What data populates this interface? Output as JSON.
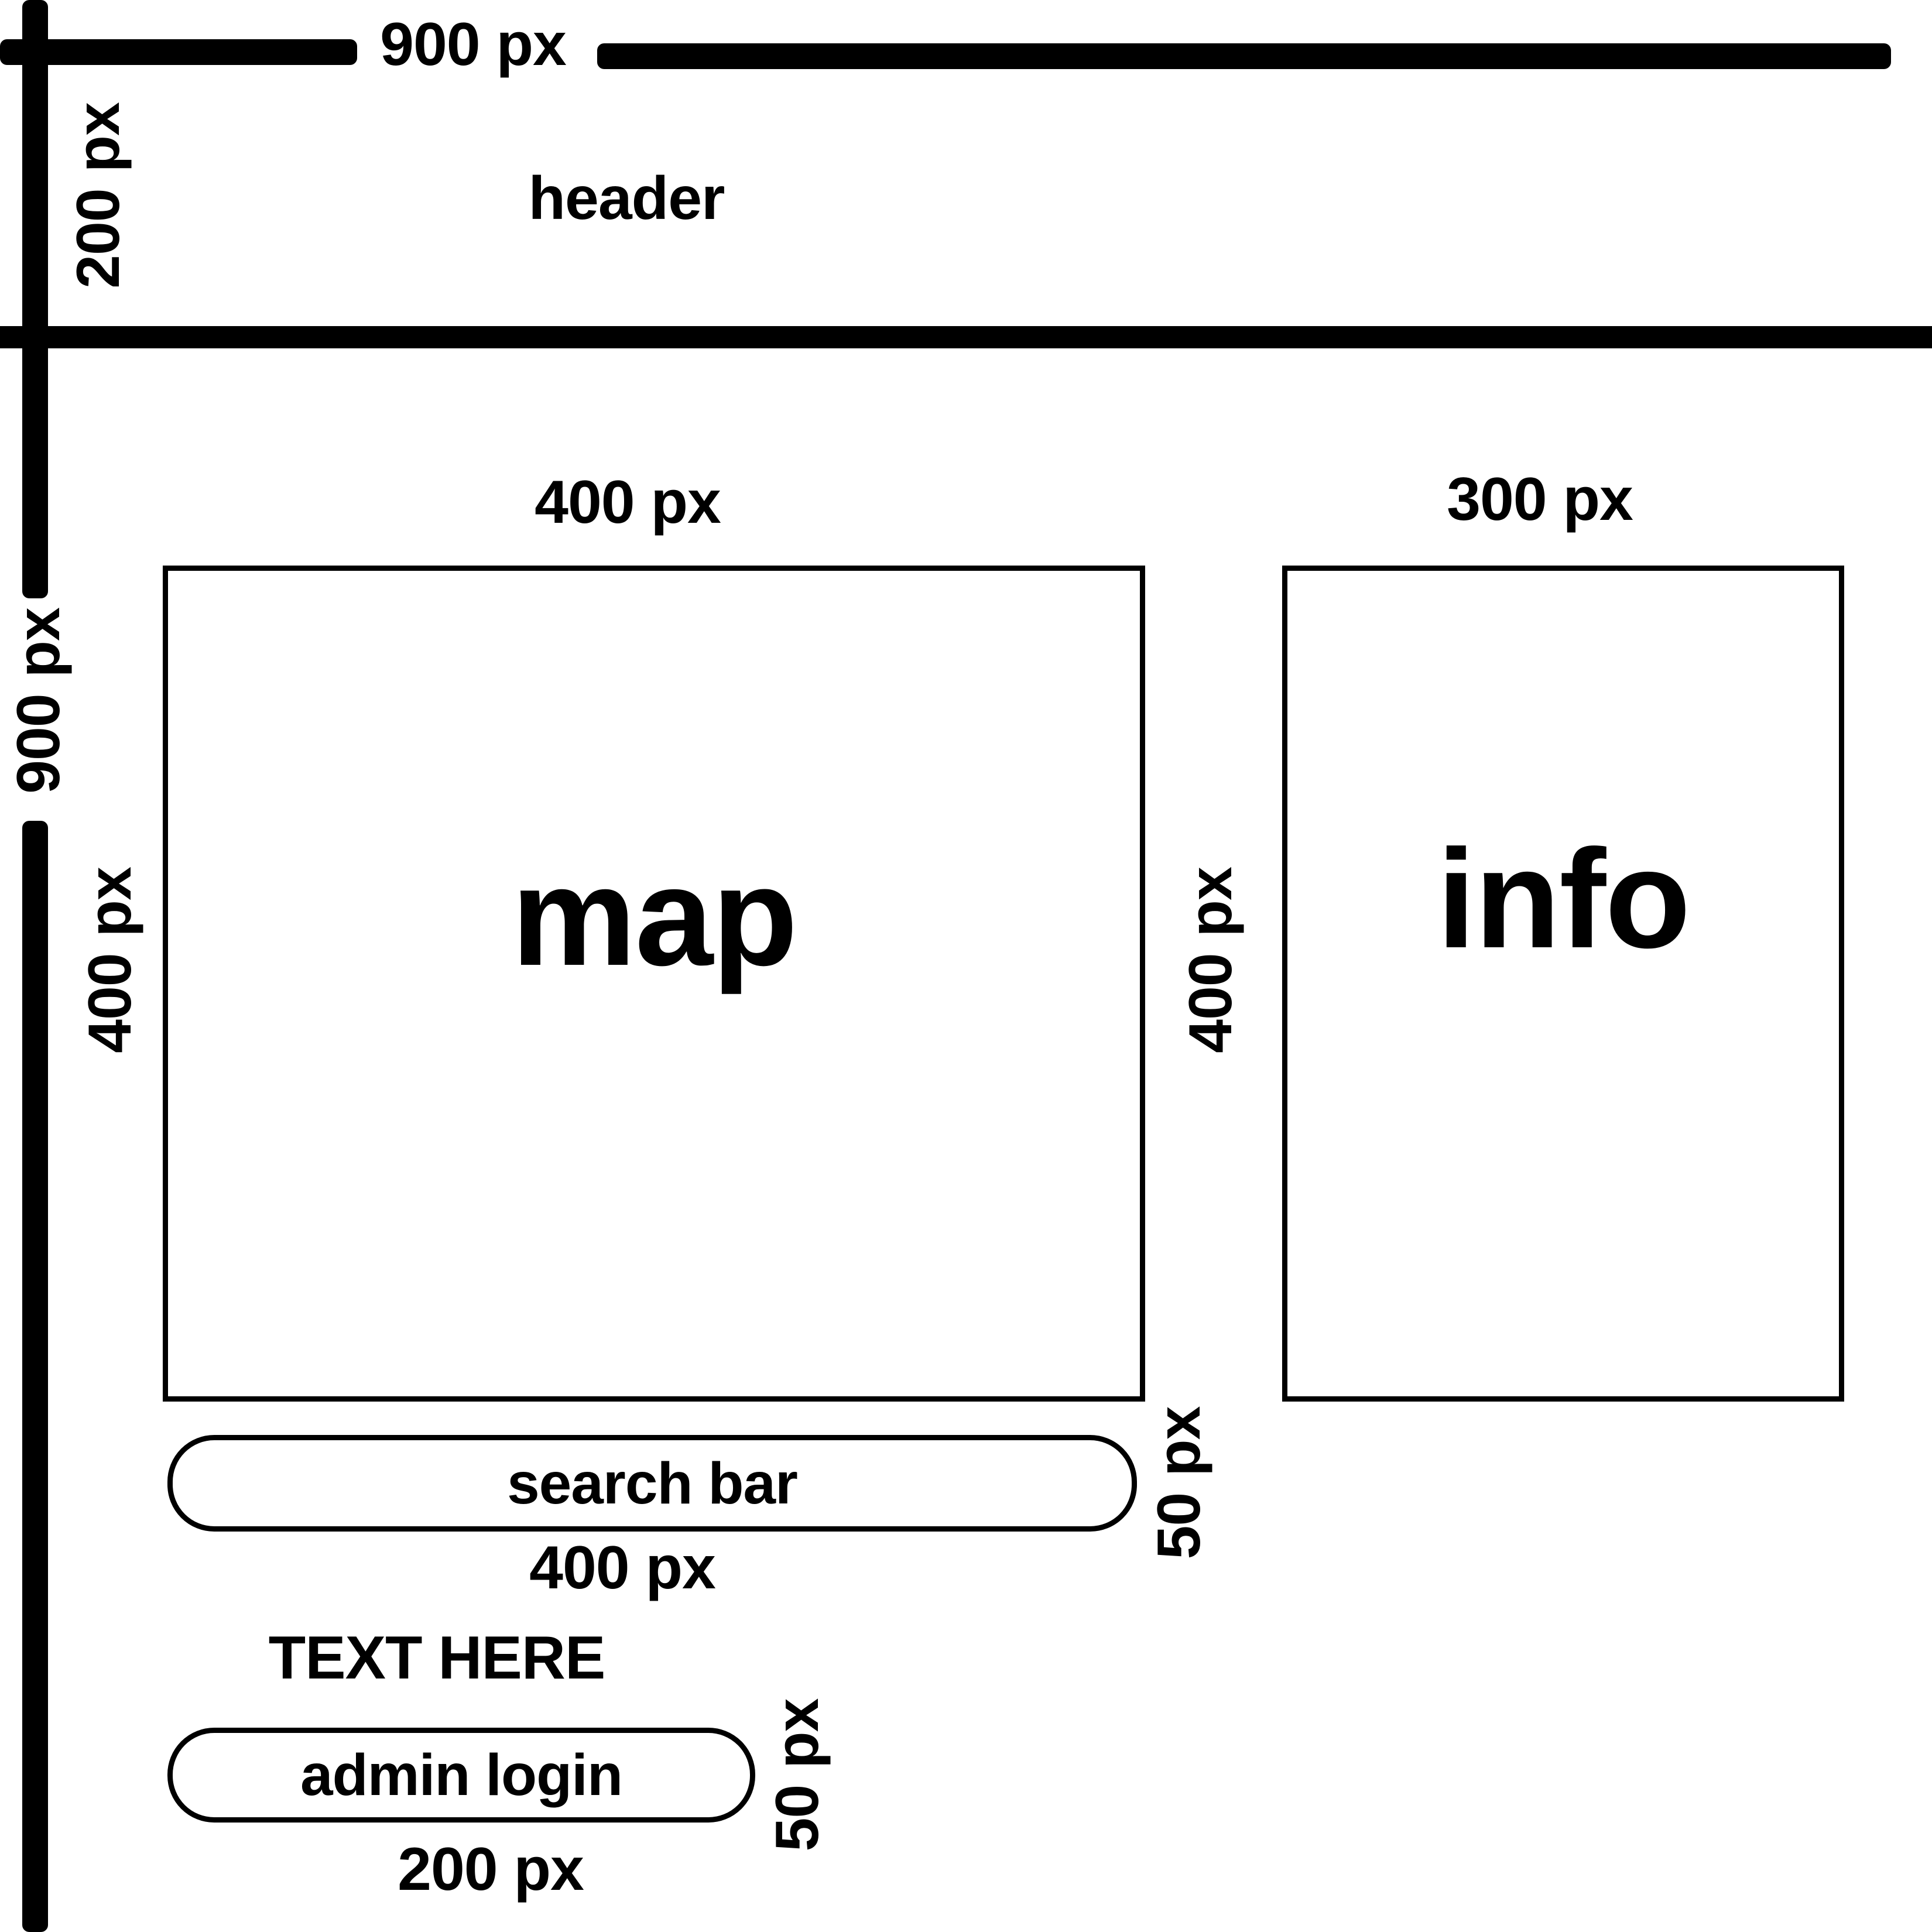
{
  "header": {
    "label": "header",
    "width_label": "900 px",
    "height_label": "200 px"
  },
  "page": {
    "height_label": "900 px"
  },
  "map": {
    "label": "map",
    "width_label": "400 px",
    "height_label_left": "400 px",
    "height_label_right": "400 px"
  },
  "info": {
    "label": "info",
    "width_label": "300 px"
  },
  "search_bar": {
    "label": "search bar",
    "width_label": "400 px",
    "height_label": "50 px"
  },
  "text_here": "TEXT HERE",
  "admin_login": {
    "label": "admin login",
    "width_label": "200 px",
    "height_label": "50 px"
  },
  "colors": {
    "stroke": "#000000",
    "background": "#ffffff"
  }
}
